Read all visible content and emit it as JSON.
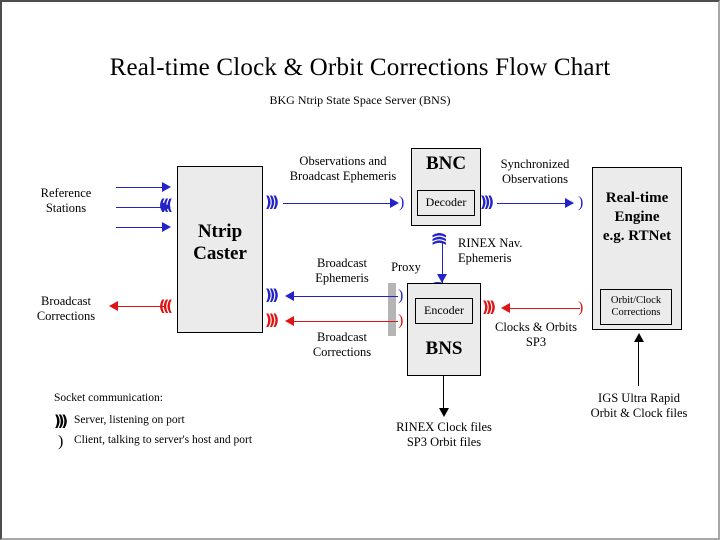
{
  "header": {
    "title": "Real-time Clock & Orbit Corrections Flow Chart",
    "subtitle": "BKG Ntrip State Space Server  (BNS)"
  },
  "nodes": {
    "ntrip_caster": {
      "label": "Ntrip\nCaster",
      "line1": "Ntrip",
      "line2": "Caster"
    },
    "bnc": {
      "label": "BNC",
      "sub": "Decoder"
    },
    "bns": {
      "label": "BNS",
      "sub": "Encoder"
    },
    "realtime_engine": {
      "line1": "Real-time",
      "line2": "Engine",
      "line3": "e.g. RTNet",
      "sub": "Orbit/Clock\nCorrections",
      "sub_line1": "Orbit/Clock",
      "sub_line2": "Corrections"
    },
    "proxy": {
      "label": "Proxy"
    }
  },
  "flows": {
    "reference_stations": {
      "line1": "Reference",
      "line2": "Stations"
    },
    "broadcast_corrections_out": {
      "line1": "Broadcast",
      "line2": "Corrections"
    },
    "observations_and_ephemeris": {
      "line1": "Observations and",
      "line2": "Broadcast Ephemeris"
    },
    "synchronized_observations": {
      "line1": "Synchronized",
      "line2": "Observations"
    },
    "broadcast_ephemeris": {
      "line1": "Broadcast",
      "line2": "Ephemeris"
    },
    "broadcast_corrections_in": {
      "line1": "Broadcast",
      "line2": "Corrections"
    },
    "rinex_nav_ephemeris": {
      "line1": "RINEX Nav.",
      "line2": "Ephemeris"
    },
    "clocks_and_orbits": {
      "line1": "Clocks & Orbits",
      "line2": "SP3"
    },
    "rinex_clock_files": {
      "line1": "RINEX Clock files",
      "line2": "SP3 Orbit files"
    },
    "igs_ultra_rapid": {
      "line1": "IGS Ultra Rapid",
      "line2": "Orbit & Clock files"
    }
  },
  "legend": {
    "title": "Socket communication:",
    "server_icon": "server-socket-icon",
    "server_text": "Server, listening on port",
    "client_icon": "client-socket-icon",
    "client_text": "Client, talking to server's host and port"
  },
  "icons": {
    "server_glyph": ")))",
    "client_glyph": ")"
  },
  "colors": {
    "observation_flow": "#2323c8",
    "correction_flow": "#e01414",
    "file_flow": "#000000",
    "box_fill": "#ebebeb",
    "proxy_fill": "#b5b5b5",
    "frame_border": "#4d4d4d"
  }
}
